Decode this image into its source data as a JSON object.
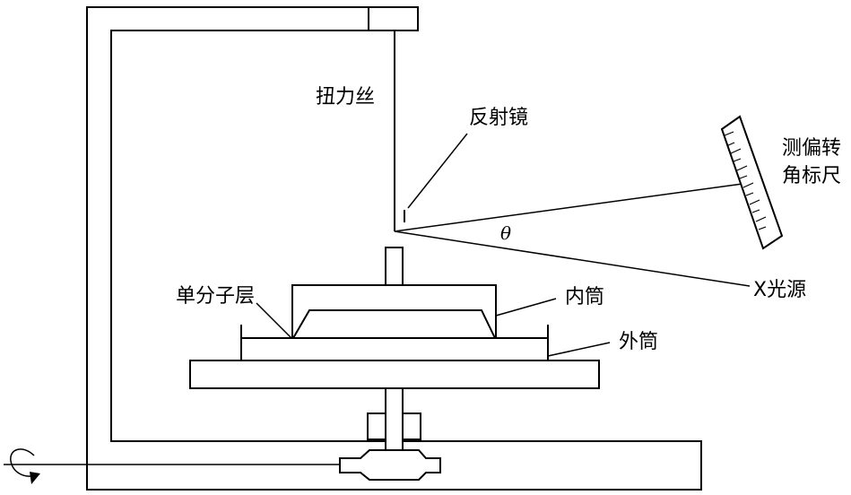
{
  "labels": {
    "torsion_wire": "扭力丝",
    "mirror": "反射镜",
    "scale_line1": "测偏转",
    "scale_line2": "角标尺",
    "theta": "θ",
    "xray_source": "X光源",
    "monolayer": "单分子层",
    "inner_cylinder": "内筒",
    "outer_cylinder": "外筒"
  },
  "colors": {
    "stroke": "#000000",
    "background": "#ffffff"
  }
}
